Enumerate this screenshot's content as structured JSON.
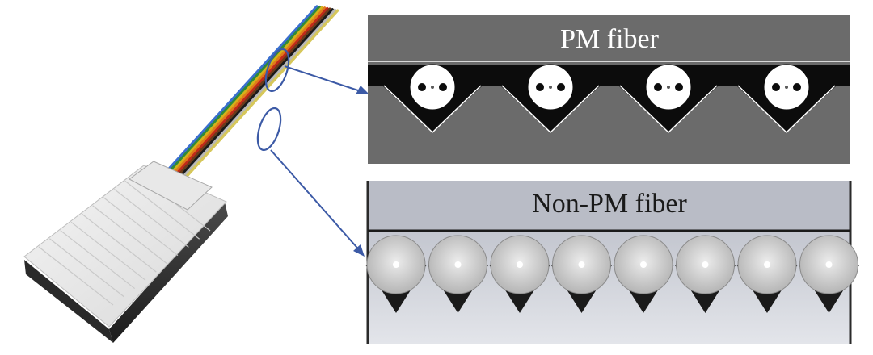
{
  "figure": {
    "pm_panel": {
      "title": "PM fiber",
      "fiber_count": 4
    },
    "nonpm_panel": {
      "title": "Non-PM fiber",
      "fiber_count": 8
    },
    "ribbon_colors": [
      "#3a6fd0",
      "#2f8a3a",
      "#d4b21a",
      "#e07a1a",
      "#c02a1a",
      "#6b3a1a",
      "#1a1a1a",
      "#b8b8b8",
      "#d6c75a"
    ],
    "colors": {
      "pm_background": "#6b6b6b",
      "pm_band": "#0c0c0c",
      "nonpm_background": "#b9bcc6",
      "callout_line": "#3c5aa6"
    }
  }
}
